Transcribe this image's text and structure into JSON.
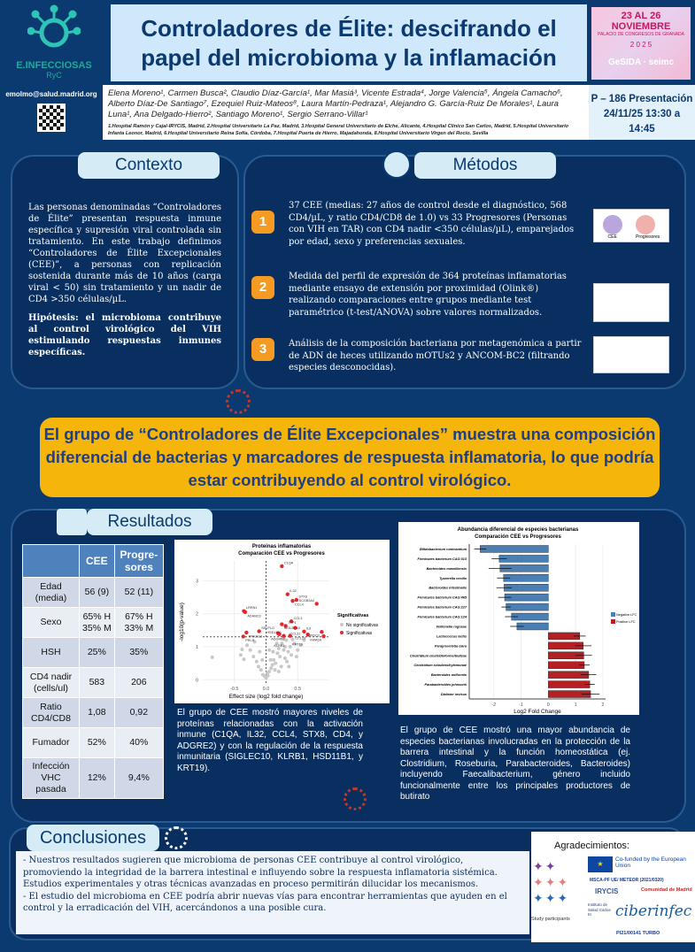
{
  "header": {
    "title_line1": "Controladores de Élite: descifrando el",
    "title_line2": "papel del microbioma y la inflamación",
    "logo_name": "E.INFECCIOSAS",
    "logo_sub": "RyC",
    "congress_dates": "23 AL 26 NOVIEMBRE",
    "congress_place": "PALACIO DE CONGRESOS DE GRANADA",
    "congress_year": "2 0 2 5",
    "congress_orgs": "GeSIDA · seimc"
  },
  "contact": {
    "email": "emolmo@salud.madrid.org"
  },
  "authors": {
    "names": "Elena Moreno¹, Carmen Busca², Claudio Díaz-García¹, Mar Masiá³, Vicente Estrada⁴, Jorge Valencia⁵, Ángela Camacho⁶, Alberto Díaz-De Santiago⁷, Ezequiel Ruiz-Mateos⁸, Laura Martín-Pedraza¹, Alejandro G. García-Ruiz De Morales¹, Laura Luna¹, Ana Delgado-Hierro², Santiago Moreno¹, Sergio Serrano-Villar¹",
    "affiliations": "1.Hospital Ramón y Cajal-IRYCIS, Madrid, 2.Hospital Universitario La Paz, Madrid, 3.Hospital General Universitario de Elche, Alicante, 4.Hospital Clínico San Carlos, Madrid, 5.Hospital Universitario Infanta Leonor, Madrid, 6.Hospital Universitario Reina Sofía, Córdoba, 7.Hospital Puerta de Hierro, Majadahonda, 8.Hospital Universitario Virgen del Rocío, Sevilla"
  },
  "presentation": {
    "line1": "P – 186 Presentación",
    "line2": "24/11/25 13:30 a",
    "line3": "14:45"
  },
  "contexto": {
    "title": "Contexto",
    "p1": "Las personas denominadas “Controladores de Élite” presentan respuesta inmune específica y supresión viral controlada sin tratamiento. En este trabajo definimos “Controladores de Élite Excepcionales (CEE)”, a personas con replicación sostenida durante más de 10 años (carga viral < 50) sin tratamiento y un nadir de CD4 >350 células/µL.",
    "hyp": "Hipótesis: el microbioma contribuye al control virológico del VIH estimulando respuestas inmunes específicas."
  },
  "metodos": {
    "title": "Métodos",
    "steps": [
      {
        "n": "1",
        "text": "37 CEE (medias: 27 años de control desde el diagnóstico, 568 CD4/µL, y ratio CD4/CD8 de 1.0) vs 33 Progresores (Personas con VIH en TAR) con CD4 nadir <350 células/µL), emparejados por edad, sexo y preferencias sexuales."
      },
      {
        "n": "2",
        "text": "Medida del perfil de expresión de 364 proteínas inflamatorias mediante ensayo de extensión por proximidad (Olink®) realizando comparaciones entre grupos mediante test paramétrico (t-test/ANOVA) sobre valores normalizados."
      },
      {
        "n": "3",
        "text": "Análisis de la composición bacteriana por metagenómica a partir de ADN de heces utilizando mOTUs2 y ANCOM-BC2 (filtrando especies desconocidas)."
      }
    ],
    "thumb1_labels": [
      "CEE",
      "Progresores"
    ]
  },
  "banner": {
    "text": "El grupo de “Controladores de Élite Excepcionales” muestra una composición diferencial de bacterias y marcadores de respuesta inflamatoria, lo que podría estar contribuyendo al control virológico."
  },
  "resultados": {
    "title": "Resultados",
    "table": {
      "headers": [
        "",
        "CEE",
        "Progre-sores"
      ],
      "rows": [
        [
          "Edad (media)",
          "56 (9)",
          "52 (11)"
        ],
        [
          "Sexo",
          "65% H 35% M",
          "67% H 33% M"
        ],
        [
          "HSH",
          "25%",
          "35%"
        ],
        [
          "CD4 nadir (cells/ul)",
          "583",
          "206"
        ],
        [
          "Ratio CD4/CD8",
          "1,08",
          "0,92"
        ],
        [
          "Fumador",
          "52%",
          "40%"
        ],
        [
          "Infección VHC pasada",
          "12%",
          "9,4%"
        ]
      ]
    },
    "volcano_text": "El grupo de CEE mostró mayores niveles de proteínas relacionadas con la activación inmune (C1QA, IL32, CCL4, STX8, CD4, y ADGRE2) y con la regulación de la respuesta inmunitaria (SIGLEC10, KLRB1, HSD11B1, y KRT19).",
    "bar_text": "El grupo de CEE mostró una mayor abundancia de especies bacterianas involucradas en la protección de la barrera intestinal y la función homeostática (ej. Clostridium, Roseburia, Parabacteroides, Bacteroides) incluyendo Faecalibacterium, género incluido funcionalmente entre los principales productores de butirato"
  },
  "chart_data": [
    {
      "type": "scatter",
      "title": "Proteínas inflamatorias",
      "subtitle": "Comparación CEE vs Progresores",
      "xlabel": "Effect size (log2 fold change)",
      "ylabel": "-log10(p-value)",
      "xlim": [
        -1.0,
        1.0
      ],
      "ylim": [
        -0.1,
        3.6
      ],
      "xticks": [
        "-0.5",
        "0.0",
        "0.5"
      ],
      "xtickvals": [
        -0.5,
        0,
        0.5
      ],
      "yticks": [
        "0",
        "1",
        "2",
        "3"
      ],
      "ytickvals": [
        0,
        1,
        2,
        3
      ],
      "threshold": 1.3,
      "legend_title": "Significativas",
      "legend": [
        "No significativas",
        "Significativas"
      ],
      "legend_position": "right",
      "colors": {
        "ns": "#c8c8c8",
        "sig": "#e8262a"
      },
      "significant": [
        {
          "label": "C1QA",
          "x": 0.25,
          "y": 3.44
        },
        {
          "label": "IL32",
          "x": 0.34,
          "y": 2.59
        },
        {
          "label": "STX8",
          "x": 0.48,
          "y": 2.42
        },
        {
          "label": "CCL4",
          "x": 0.42,
          "y": 2.39
        },
        {
          "label": "SCGB3A2",
          "x": 0.8,
          "y": 2.3
        },
        {
          "label": "LRRN1",
          "x": -0.35,
          "y": 2.08
        },
        {
          "label": "ADAM23",
          "x": -0.33,
          "y": 2.05
        },
        {
          "label": "CCL3",
          "x": 0.4,
          "y": 1.77
        },
        {
          "label": "SIGLEC10",
          "x": 0.25,
          "y": 1.68
        },
        {
          "label": "TPP1",
          "x": 0.31,
          "y": 1.63
        },
        {
          "label": "CCL22",
          "x": 0.46,
          "y": 1.57
        },
        {
          "label": "SELPLG",
          "x": -0.11,
          "y": 1.47
        },
        {
          "label": "IL6",
          "x": 0.6,
          "y": 1.46
        },
        {
          "label": "WFDC2",
          "x": 0.88,
          "y": 1.45
        },
        {
          "label": "PRKAG3",
          "x": -0.31,
          "y": 1.43
        },
        {
          "label": "ADGRE2",
          "x": 0.19,
          "y": 1.41
        },
        {
          "label": "CCL23",
          "x": 0.66,
          "y": 1.37
        },
        {
          "label": "KLRB1",
          "x": 0.21,
          "y": 1.38
        },
        {
          "label": "HSD11B1",
          "x": 0.28,
          "y": 1.33
        },
        {
          "label": "KRT19",
          "x": 0.38,
          "y": 1.33
        },
        {
          "label": "VWA5A",
          "x": 0.91,
          "y": 1.32
        },
        {
          "label": "PRLR",
          "x": -0.36,
          "y": 1.31
        }
      ],
      "nonsignificant": [
        [
          -0.85,
          0.68
        ],
        [
          -0.4,
          0.75
        ],
        [
          -0.38,
          0.92
        ],
        [
          -0.3,
          1.05
        ],
        [
          -0.35,
          0.62
        ],
        [
          -0.25,
          0.9
        ],
        [
          -0.2,
          0.7
        ],
        [
          -0.15,
          0.55
        ],
        [
          -0.12,
          0.4
        ],
        [
          -0.08,
          0.3
        ],
        [
          -0.05,
          0.15
        ],
        [
          0,
          0.05
        ],
        [
          0.03,
          0.12
        ],
        [
          0.05,
          0.25
        ],
        [
          0.08,
          0.35
        ],
        [
          0.1,
          0.45
        ],
        [
          0.12,
          0.6
        ],
        [
          0.15,
          0.5
        ],
        [
          0.18,
          0.8
        ],
        [
          0.2,
          0.95
        ],
        [
          0.22,
          0.7
        ],
        [
          0.25,
          1.1
        ],
        [
          0.28,
          0.9
        ],
        [
          0.3,
          0.65
        ],
        [
          0.32,
          1.2
        ],
        [
          0.35,
          0.85
        ],
        [
          0.38,
          1.0
        ],
        [
          0.4,
          0.75
        ],
        [
          0.45,
          1.1
        ],
        [
          0.5,
          0.9
        ],
        [
          0.55,
          1.05
        ],
        [
          0.6,
          1.2
        ],
        [
          0.14,
          0.3
        ],
        [
          0.07,
          0.6
        ],
        [
          0.02,
          0.2
        ],
        [
          -0.02,
          0.1
        ],
        [
          0.17,
          1.1
        ],
        [
          0.24,
          0.4
        ],
        [
          0.27,
          1.25
        ],
        [
          0.33,
          0.55
        ],
        [
          -0.1,
          0.85
        ],
        [
          -0.18,
          1.15
        ],
        [
          0.42,
          1.22
        ],
        [
          0.48,
          0.7
        ],
        [
          0.2,
          0.25
        ],
        [
          0.11,
          0.85
        ],
        [
          0.36,
          0.4
        ],
        [
          -0.06,
          0.6
        ],
        [
          0.05,
          0.9
        ],
        [
          0.3,
          1.0
        ]
      ]
    },
    {
      "type": "bar",
      "orientation": "horizontal",
      "title": "Abundancia diferencial de especies bacterianas",
      "subtitle": "Comparación CEE vs Progresores",
      "xlabel": "Log2 Fold Change",
      "xlim": [
        -2.9,
        2.1
      ],
      "xticks": [
        "-2",
        "-1",
        "0",
        "1",
        "2"
      ],
      "xtickvals": [
        -2,
        -1,
        0,
        1,
        2
      ],
      "legend": [
        "Negative LFC",
        "Positive LFC"
      ],
      "legend_position": "right",
      "colors": {
        "neg": "#4a7fb5",
        "pos": "#b52025"
      },
      "categories": [
        "Bifidobacterium ruminantium",
        "Firmicutes bacterium CAG:313",
        "Bacteroides massiliensis",
        "Tyzzerella nexilis",
        "Bacteroides intestinalis",
        "Firmicutes bacterium CAG:465",
        "Firmicutes bacterium CAG:227",
        "Firmicutes bacterium CAG:124",
        "Veillonella rogosae",
        "Lactococcus lactis",
        "Paraprevotella clara",
        "Clostridium clostridioforme/bolteae",
        "Clostridium scindens/hylemonae",
        "Bacteroides uniformis",
        "Parabacteroides johnsonii",
        "Dialister invisus"
      ],
      "values": [
        -2.5,
        -1.8,
        -1.77,
        -1.64,
        -1.62,
        -1.6,
        -1.55,
        -1.35,
        -1.15,
        1.15,
        1.28,
        1.3,
        1.32,
        1.48,
        1.52,
        1.55
      ],
      "errors": [
        0.22,
        0.28,
        0.42,
        0.24,
        0.28,
        0.24,
        0.17,
        0.24,
        0.25,
        0.22,
        0.3,
        0.3,
        0.2,
        0.28,
        0.18,
        0.33
      ]
    }
  ],
  "conclusiones": {
    "title": "Conclusiones",
    "p1": "- Nuestros resultados sugieren que microbioma de personas CEE contribuye al control virológico, promoviendo la integridad de la barrera intestinal e influyendo sobre la respuesta inflamatoria sistémica. Estudios experimentales y otras técnicas avanzadas en proceso permitirán dilucidar los mecanismos.",
    "p2": "- El estudio del microbioma en CEE podría abrir nuevas vías para encontrar herramientas que ayuden en el control y la erradicación del VIH, acercándonos a una posible cura."
  },
  "agradecimientos": {
    "title": "Agradecimientos:",
    "eu": "Co-funded by the European Union",
    "grant": "MSCA-PF UE/ METEOR (2021/0320)",
    "irycis": "IRYCIS",
    "cm": "Comunidad de Madrid",
    "isciii": "Instituto de Salud Carlos III",
    "ciberinfec": "ciberinfec",
    "project": "PI21/00141 TURBO",
    "participants": "Study participants"
  }
}
